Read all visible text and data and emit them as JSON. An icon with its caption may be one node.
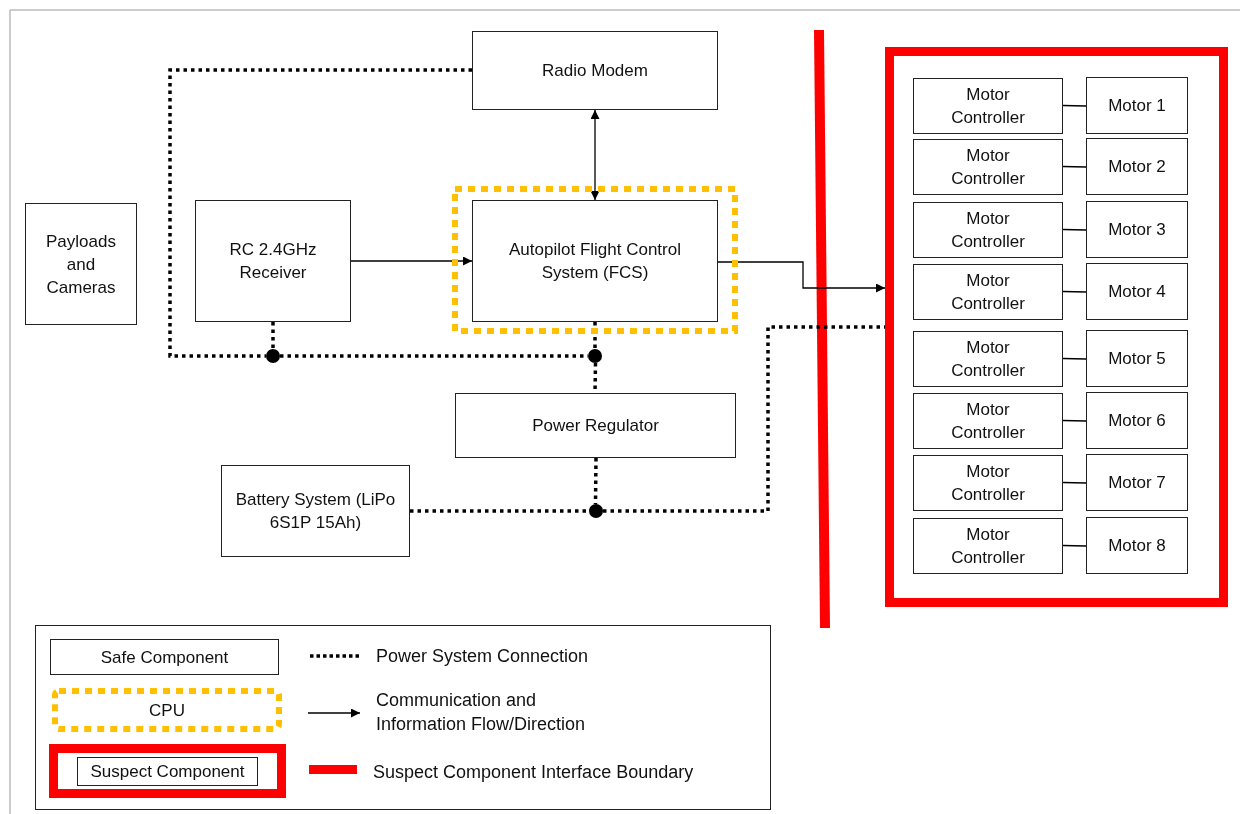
{
  "diagram": {
    "nodes": [
      {
        "text": [
          "Radio Modem"
        ]
      },
      {
        "text": [
          "Payloads and Cameras"
        ]
      },
      {
        "text": [
          "RC 2.4GHz Receiver"
        ]
      },
      {
        "text": [],
        "shape": "box"
      },
      {
        "text": [
          "Autopilot Flight Control System (FCS)"
        ],
        "in": 3
      },
      {
        "text": [
          "Power Regulator"
        ]
      },
      {
        "text": [
          "Battery System (LiPo 6S1P 15Ah)"
        ]
      },
      {
        "text": [],
        "shape": "box"
      },
      {
        "text": [
          "Motor Controller"
        ],
        "in": 7
      },
      {
        "text": [
          "Motor 1"
        ],
        "in": 7
      },
      {
        "text": [
          "Motor Controller"
        ],
        "in": 7
      },
      {
        "text": [
          "Motor 2"
        ],
        "in": 7
      },
      {
        "text": [
          "Motor Controller"
        ],
        "in": 7
      },
      {
        "text": [
          "Motor 3"
        ],
        "in": 7
      },
      {
        "text": [
          "Motor Controller"
        ],
        "in": 7
      },
      {
        "text": [
          "Motor 4"
        ],
        "in": 7
      },
      {
        "text": [
          "Motor Controller"
        ],
        "in": 7
      },
      {
        "text": [
          "Motor 5"
        ],
        "in": 7
      },
      {
        "text": [
          "Motor Controller"
        ],
        "in": 7
      },
      {
        "text": [
          "Motor 6"
        ],
        "in": 7
      },
      {
        "text": [
          "Motor Controller"
        ],
        "in": 7
      },
      {
        "text": [
          "Motor 7"
        ],
        "in": 7
      },
      {
        "text": [
          "Motor Controller"
        ],
        "in": 7
      },
      {
        "text": [
          "Motor 8"
        ],
        "in": 7
      },
      {
        "text": [],
        "shape": "circle"
      },
      {
        "text": [],
        "shape": "circle"
      },
      {
        "text": [],
        "shape": "circle"
      }
    ],
    "edges": [
      {
        "from": 0,
        "to": 4,
        "arrow": "both"
      },
      {
        "from": 2,
        "to": 4,
        "arrow": "to"
      },
      {
        "from": 4,
        "to": 7,
        "arrow": "to"
      },
      {
        "from": 8,
        "to": 9,
        "arrow": "none"
      },
      {
        "from": 10,
        "to": 11,
        "arrow": "none"
      },
      {
        "from": 12,
        "to": 13,
        "arrow": "none"
      },
      {
        "from": 14,
        "to": 15,
        "arrow": "none"
      },
      {
        "from": 16,
        "to": 17,
        "arrow": "none"
      },
      {
        "from": 18,
        "to": 19,
        "arrow": "none"
      },
      {
        "from": 20,
        "to": 21,
        "arrow": "none"
      },
      {
        "from": 22,
        "to": 23,
        "arrow": "none"
      },
      {
        "from": 0,
        "to": 24,
        "arrow": "none",
        "style": "dashed"
      },
      {
        "from": 2,
        "to": 24,
        "arrow": "none",
        "style": "dashed"
      },
      {
        "from": 24,
        "to": 25,
        "arrow": "none",
        "style": "dashed"
      },
      {
        "from": 4,
        "to": 25,
        "arrow": "none",
        "style": "dashed"
      },
      {
        "from": 25,
        "to": 5,
        "arrow": "none",
        "style": "dashed"
      },
      {
        "from": 5,
        "to": 26,
        "arrow": "none",
        "style": "dashed"
      },
      {
        "from": 6,
        "to": 26,
        "arrow": "none",
        "style": "dashed"
      },
      {
        "from": 26,
        "to": 7,
        "arrow": "none",
        "style": "dashed"
      }
    ],
    "legend": [
      {
        "text": "Safe Component"
      },
      {
        "text": "Power System Connection"
      },
      {
        "text": "CPU"
      },
      {
        "text": "Communication and Information Flow/Direction"
      },
      {
        "text": "Suspect Component"
      },
      {
        "text": "Suspect Component Interface Boundary",
        "color": "#ff0000"
      }
    ]
  }
}
